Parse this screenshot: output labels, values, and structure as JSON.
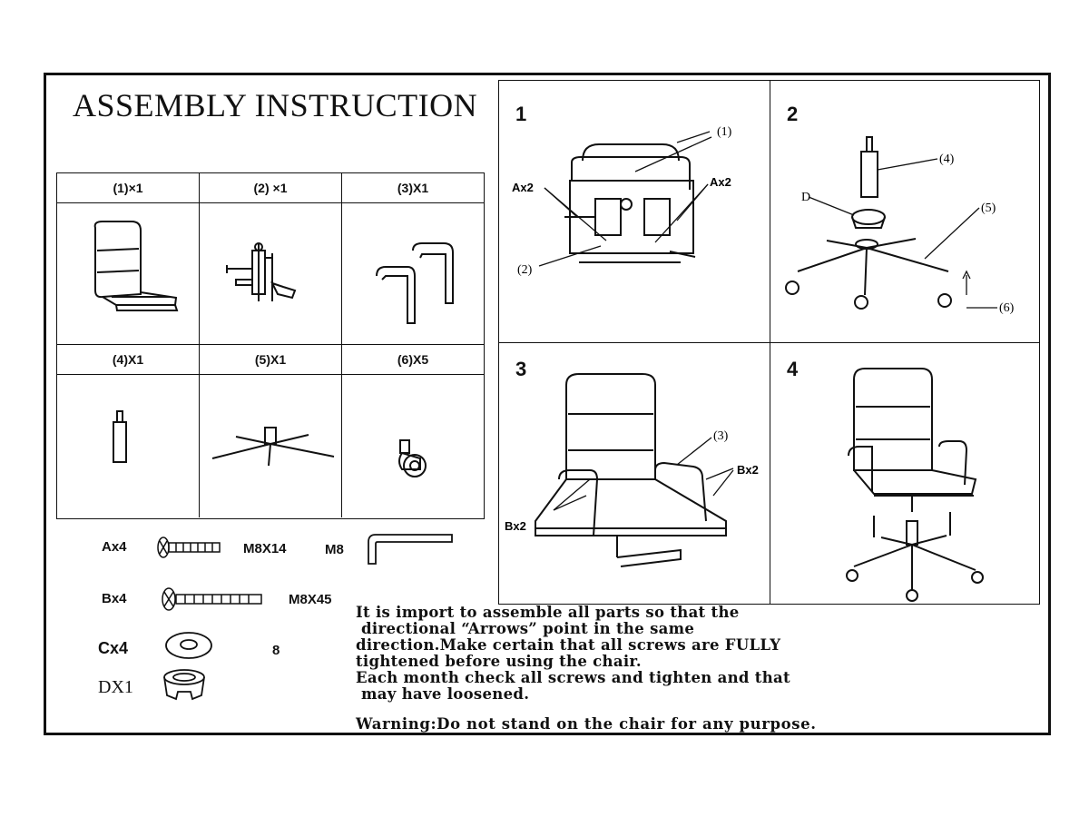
{
  "title": "ASSEMBLY INSTRUCTION",
  "parts": [
    {
      "label": "(1)×1",
      "icon": "backrest-seat-icon"
    },
    {
      "label": "(2) ×1",
      "icon": "tilt-mechanism-icon"
    },
    {
      "label": "(3)X1",
      "icon": "armrests-icon"
    },
    {
      "label": "(4)X1",
      "icon": "gas-cylinder-icon"
    },
    {
      "label": "(5)X1",
      "icon": "star-base-icon"
    },
    {
      "label": "(6)X5",
      "icon": "caster-icon"
    }
  ],
  "hardware": {
    "a": {
      "count": "Ax4",
      "size": "M8X14"
    },
    "wrench": "M8",
    "b": {
      "count": "Bx4",
      "size": "M8X45"
    },
    "c": {
      "count": "Cx4",
      "size": "8"
    },
    "d": {
      "count": "DX1"
    }
  },
  "steps": [
    {
      "num": "1",
      "labels": {
        "p1": "(1)",
        "ax_left": "Ax2",
        "ax_right": "Ax2",
        "p2": "(2)"
      }
    },
    {
      "num": "2",
      "labels": {
        "p4": "(4)",
        "d": "D",
        "p5": "(5)",
        "p6": "(6)"
      }
    },
    {
      "num": "3",
      "labels": {
        "p3": "(3)",
        "bx_right": "Bx2",
        "bx_left": "Bx2"
      }
    },
    {
      "num": "4",
      "labels": {}
    }
  ],
  "instructions": "It is import to assemble all parts so that the\n directional “Arrows” point in the same\ndirection.Make certain that all screws are FULLY\ntightened before using the chair.\nEach month check all screws and tighten and that\n may have loosened.",
  "warning": "Warning:Do not stand on the chair for any purpose."
}
